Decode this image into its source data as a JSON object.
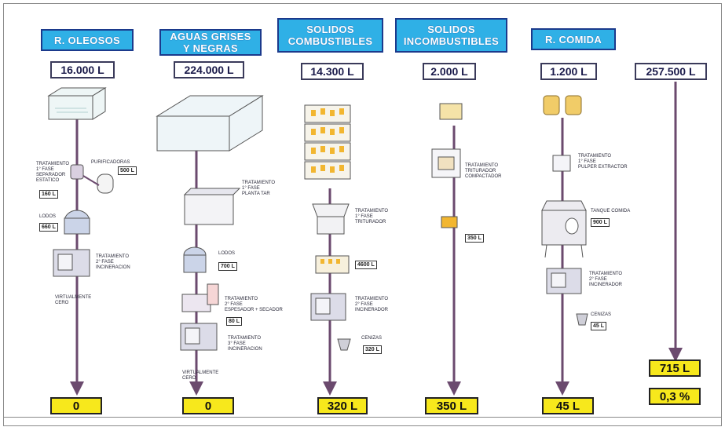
{
  "columns": [
    {
      "id": "oleosos",
      "header_lines": [
        "R. OLEOSOS"
      ],
      "input_volume": "16.000 L",
      "result": "0",
      "steps": [
        {
          "label": "TRATAMIENTO\n1° FASE\nSEPARADOR\nESTATICO",
          "qty": "160 L"
        },
        {
          "label": "PURIFICADORAS",
          "qty": "500 L"
        },
        {
          "label": "LODOS",
          "qty": "660 L"
        },
        {
          "label": "TRATAMIENTO\n2° FASE\nINCINERACION",
          "qty": ""
        },
        {
          "label": "VIRTUALMENTE\nCERO",
          "qty": ""
        }
      ]
    },
    {
      "id": "aguas",
      "header_lines": [
        "AGUAS GRISES",
        "Y NEGRAS"
      ],
      "input_volume": "224.000 L",
      "result": "0",
      "steps": [
        {
          "label": "TRATAMIENTO\n1° FASE\nPLANTA TAR",
          "qty": ""
        },
        {
          "label": "LODOS",
          "qty": "700 L"
        },
        {
          "label": "TRATAMIENTO\n2° FASE\nESPESADOR + SECADOR",
          "qty": "80 L"
        },
        {
          "label": "TRATAMIENTO\n3° FASE\nINCINERACION",
          "qty": ""
        },
        {
          "label": "VIRTUALMENTE\nCERO",
          "qty": ""
        }
      ]
    },
    {
      "id": "combustibles",
      "header_lines": [
        "SOLIDOS",
        "COMBUSTIBLES"
      ],
      "input_volume": "14.300 L",
      "result": "320 L",
      "steps": [
        {
          "label": "TRATAMIENTO\n1° FASE\nTRITURADOR",
          "qty": ""
        },
        {
          "label": "",
          "qty": "4600 L"
        },
        {
          "label": "TRATAMIENTO\n2° FASE\nINCINERADOR",
          "qty": ""
        },
        {
          "label": "CENIZAS",
          "qty": "320 L"
        }
      ]
    },
    {
      "id": "incombustibles",
      "header_lines": [
        "SOLIDOS",
        "INCOMBUSTIBLES"
      ],
      "input_volume": "2.000 L",
      "result": "350 L",
      "steps": [
        {
          "label": "TRATAMIENTO\nTRITURADOR\nCOMPACTADOR",
          "qty": ""
        },
        {
          "label": "",
          "qty": "350 L"
        }
      ]
    },
    {
      "id": "comida",
      "header_lines": [
        "R. COMIDA"
      ],
      "input_volume": "1.200 L",
      "result": "45 L",
      "steps": [
        {
          "label": "TRATAMIENTO\n1° FASE\nPULPER EXTRACTOR",
          "qty": ""
        },
        {
          "label": "TANQUE COMIDA",
          "qty": "900 L"
        },
        {
          "label": "TRATAMIENTO\n2° FASE\nINCINERADOR",
          "qty": ""
        },
        {
          "label": "CENIZAS",
          "qty": "45 L"
        }
      ]
    },
    {
      "id": "total",
      "header_lines": [],
      "input_volume": "257.500 L",
      "result": "715 L",
      "result_percent": "0,3 %",
      "steps": []
    }
  ],
  "colors": {
    "header_fill": "#2fb0e6",
    "header_border": "#1b3a8c",
    "result_fill": "#f7e81c",
    "pipe": "#6b4a6e"
  }
}
